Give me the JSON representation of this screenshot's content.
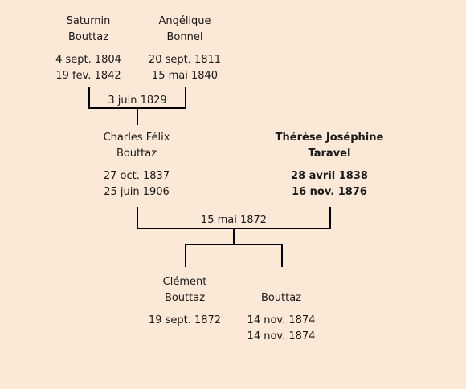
{
  "people": {
    "saturnin": {
      "first": "Saturnin",
      "last": "Bouttaz",
      "birth": "4 sept. 1804",
      "death": "19 fev. 1842"
    },
    "angelique": {
      "first": "Angélique",
      "last": "Bonnel",
      "birth": "20 sept. 1811",
      "death": "15 mai 1840"
    },
    "charles": {
      "first": "Charles Félix",
      "last": "Bouttaz",
      "birth": "27 oct. 1837",
      "death": "25 juin 1906"
    },
    "therese": {
      "first": "Thérèse Joséphine",
      "last": "Taravel",
      "birth": "28 avril 1838",
      "death": "16 nov. 1876"
    },
    "clement": {
      "first": "Clément",
      "last": "Bouttaz",
      "birth": "19 sept. 1872"
    },
    "child2": {
      "last": "Bouttaz",
      "birth": "14 nov. 1874",
      "death": "14 nov. 1874"
    }
  },
  "marriages": {
    "m1": "3 juin 1829",
    "m2": "15 mai 1872"
  }
}
